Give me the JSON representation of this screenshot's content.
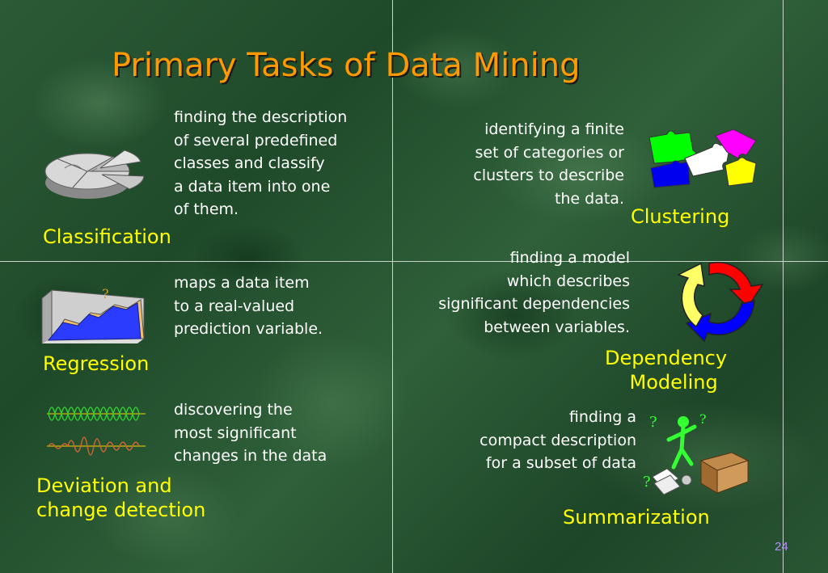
{
  "title": "Primary Tasks of Data Mining",
  "tasks": {
    "classification": {
      "label": "Classification",
      "description": "finding the description\nof several predefined\nclasses and classify\na data item into one\nof them."
    },
    "clustering": {
      "label": "Clustering",
      "description": "identifying a finite\nset of categories or\nclusters to describe\nthe data."
    },
    "regression": {
      "label": "Regression",
      "description": "maps a data item\nto a real-valued\nprediction variable."
    },
    "dependency_modeling": {
      "label": "Dependency\n    Modeling",
      "description": "finding a model\nwhich describes\nsignificant dependencies\nbetween variables."
    },
    "deviation": {
      "label": "Deviation and\nchange detection",
      "description": "discovering the\nmost significant\nchanges in the data"
    },
    "summarization": {
      "label": "Summarization",
      "description": "finding a\ncompact description\nfor a subset of data"
    }
  },
  "page_number": "24",
  "colors": {
    "title": "#ff9900",
    "label": "#ffff00",
    "description": "#ffffff",
    "page_number": "#b48cff"
  },
  "icons": [
    "pie-chart-icon",
    "puzzle-pieces-icon",
    "area-chart-icon",
    "cycle-arrows-icon",
    "waveform-icon",
    "box-summary-icon"
  ]
}
